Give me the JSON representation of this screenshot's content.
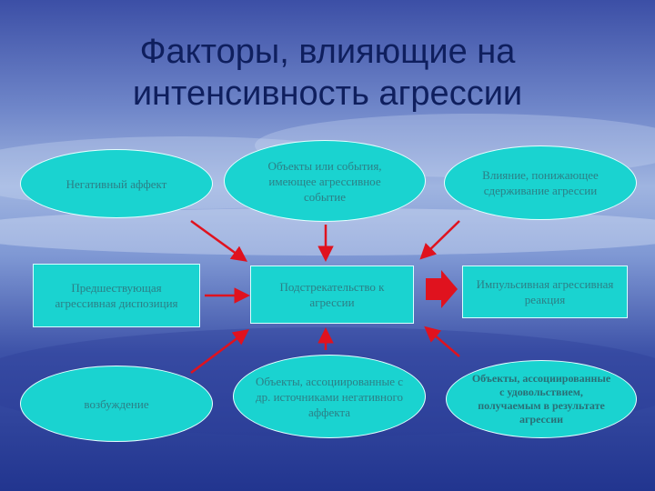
{
  "title": {
    "line1": "Факторы, влияющие на",
    "line2": "интенсивность агрессии"
  },
  "nodes": {
    "negative_affect": "Негативный аффект",
    "objects_events": "Объекты или события, имеющее агрессивное событие",
    "inhibiting_influence": "Влияние, понижающее сдерживание агрессии",
    "predisposition": "Предшествующая агрессивная диспозиция",
    "instigation": "Подстрекательство к агрессии",
    "impulsive_reaction": "Импульсивная агрессивная реакция",
    "arousal": "возбуждение",
    "associated_objects": "Объекты, ассоциированные с др. источниками негативного аффекта",
    "satisfaction_objects": "Объекты, ассоциированные с удовольствием, получаемым в результате агрессии"
  },
  "colors": {
    "node_fill": "#1ad3d0",
    "node_text": "#2c7f86",
    "arrow": "#e0121e",
    "title": "#0f1f5e"
  }
}
